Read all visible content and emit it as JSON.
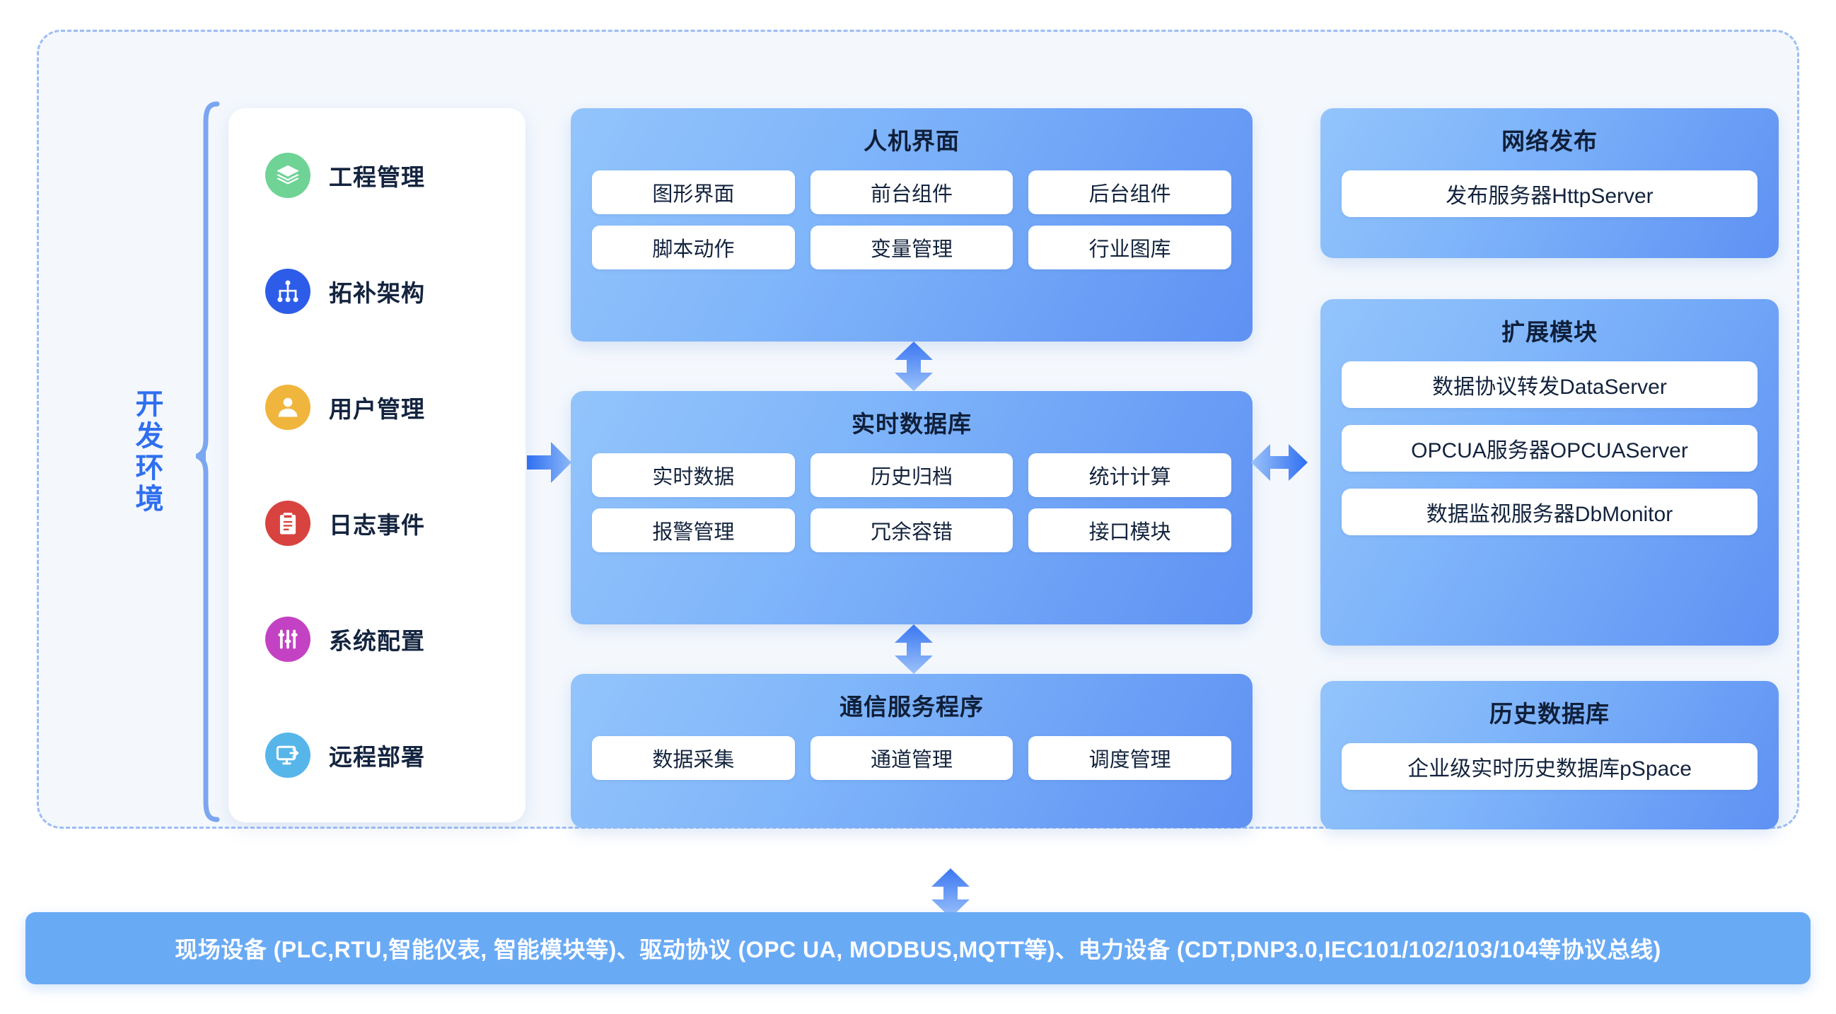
{
  "dev_env": {
    "label_chars": [
      "开",
      "发",
      "环",
      "境"
    ],
    "accent_color": "#2f6ff0"
  },
  "sidebar": {
    "items": [
      {
        "label": "工程管理",
        "icon": "layers-icon",
        "color": "#6fd396"
      },
      {
        "label": "拓补架构",
        "icon": "sitemap-icon",
        "color": "#2d5de8"
      },
      {
        "label": "用户管理",
        "icon": "user-icon",
        "color": "#f0b githubwe"
      },
      {
        "label": "日志事件",
        "icon": "clipboard-icon",
        "color": "#d8433f"
      },
      {
        "label": "系统配置",
        "icon": "sliders-icon",
        "color": "#c342c3"
      },
      {
        "label": "远程部署",
        "icon": "remote-desktop-icon",
        "color": "#56b6ea"
      }
    ]
  },
  "panels": {
    "hmi": {
      "title": "人机界面",
      "chips": [
        "图形界面",
        "前台组件",
        "后台组件",
        "脚本动作",
        "变量管理",
        "行业图库"
      ]
    },
    "rtdb": {
      "title": "实时数据库",
      "chips": [
        "实时数据",
        "历史归档",
        "统计计算",
        "报警管理",
        "冗余容错",
        "接口模块"
      ]
    },
    "comm": {
      "title": "通信服务程序",
      "chips": [
        "数据采集",
        "通道管理",
        "调度管理"
      ]
    },
    "web": {
      "title": "网络发布",
      "chips": [
        "发布服务器HttpServer"
      ]
    },
    "ext": {
      "title": "扩展模块",
      "chips": [
        "数据协议转发DataServer",
        "OPCUA服务器OPCUAServer",
        "数据监视服务器DbMonitor"
      ]
    },
    "hist": {
      "title": "历史数据库",
      "chips": [
        "企业级实时历史数据库pSpace"
      ]
    }
  },
  "bus_bar": {
    "text": "现场设备 (PLC,RTU,智能仪表, 智能模块等)、驱动协议 (OPC UA, MODBUS,MQTT等)、电力设备 (CDT,DNP3.0,IEC101/102/103/104等协议总线)",
    "background_color": "#69aaf5",
    "text_color": "#ffffff"
  },
  "arrows": {
    "dev_to_rtdb": "arrow-right-icon",
    "hmi_rtdb": "arrow-up-down-icon",
    "rtdb_comm": "arrow-up-down-icon",
    "rtdb_ext": "arrow-left-right-icon",
    "comm_to_bus": "arrow-up-down-icon"
  },
  "colors": {
    "panel_gradient_start": "#93c4fb",
    "panel_gradient_end": "#5e91f3",
    "frame_border": "#9dbdf4",
    "frame_background": "#f4f8fd",
    "chip_background": "#ffffff",
    "title_text": "#0f1f39"
  }
}
